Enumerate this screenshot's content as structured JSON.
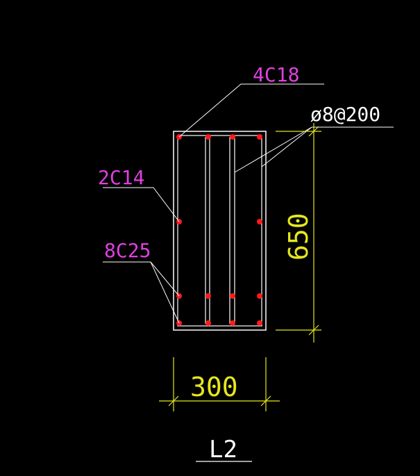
{
  "section": {
    "title": "L2"
  },
  "annotations": {
    "top_bars": "4C18",
    "stirrups": "ø8@200",
    "side_bars": "2C14",
    "bottom_bars": "8C25"
  },
  "dimensions": {
    "width": "300",
    "height": "650"
  },
  "colors": {
    "background": "#000000",
    "outline": "#ffffff",
    "rebar": "#ff1a1a",
    "label": "#e040e0",
    "dimension": "#e6e61e"
  }
}
